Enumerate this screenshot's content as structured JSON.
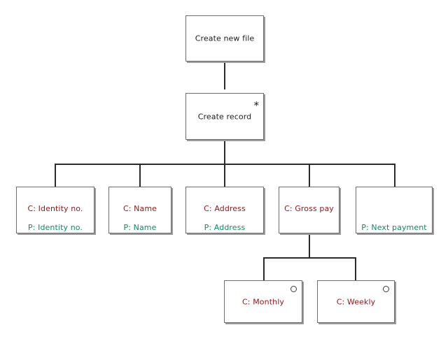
{
  "diagram": {
    "type": "jackson-structure-diagram",
    "background_color": "#ffffff",
    "box_border_color": "#6e6e6e",
    "connector_color": "#2b2b2b",
    "colors": {
      "plain_text": "#1c1c1c",
      "condition_text": "#8c1b20",
      "process_text": "#0e8a5f"
    },
    "markers": {
      "iteration_symbol": "*",
      "selection_symbol": "o"
    },
    "nodes": {
      "root": {
        "label": "Create new file",
        "marker": ""
      },
      "record": {
        "label": "Create record",
        "marker": "*",
        "marker_name": "iteration-marker"
      },
      "identity": {
        "c_label": "C: Identity no.",
        "p_label": "P: Identity no."
      },
      "name": {
        "c_label": "C: Name",
        "p_label": "P: Name"
      },
      "address": {
        "c_label": "C: Address",
        "p_label": "P: Address"
      },
      "gross_pay": {
        "c_label": "C: Gross pay",
        "p_label": ""
      },
      "next_payment": {
        "c_label": "",
        "p_label": "P: Next payment"
      },
      "monthly": {
        "c_label": "C: Monthly",
        "marker": "o",
        "marker_name": "selection-marker"
      },
      "weekly": {
        "c_label": "C: Weekly",
        "marker": "o",
        "marker_name": "selection-marker"
      }
    }
  }
}
